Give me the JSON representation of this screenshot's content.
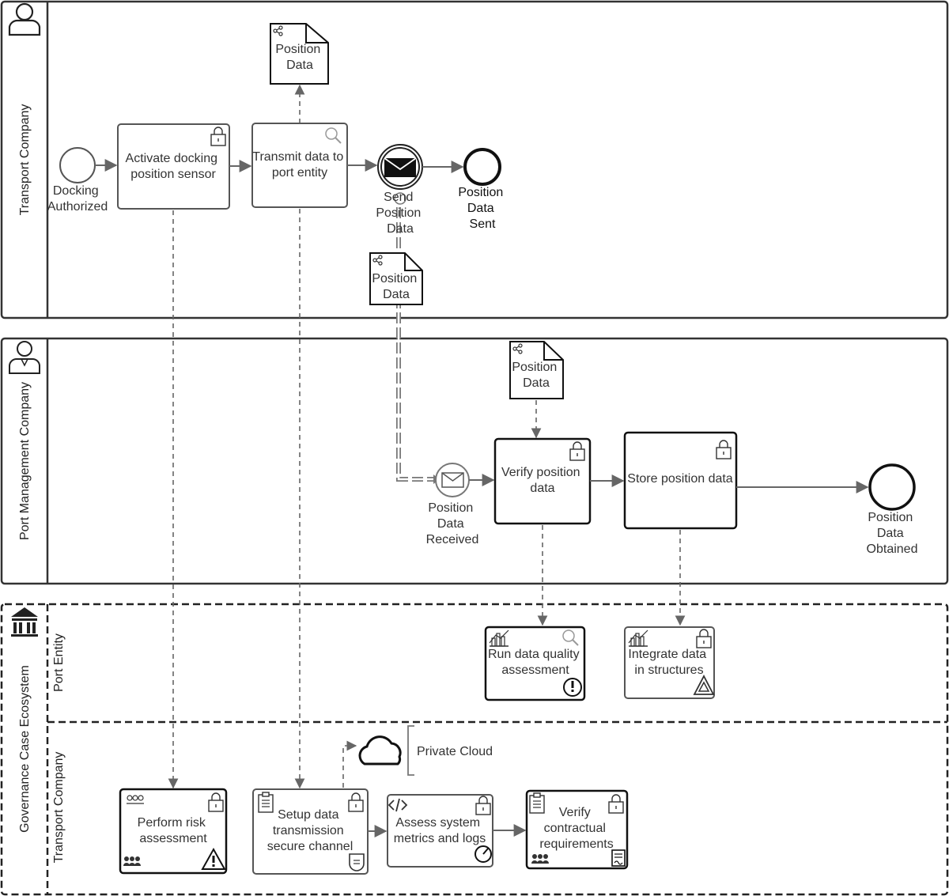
{
  "pools": {
    "transport_company": {
      "title": "Transport Company"
    },
    "port_management": {
      "title": "Port Management Company"
    },
    "governance": {
      "title": "Governance Case Ecosystem",
      "lanes": {
        "port_entity": "Port Entity",
        "transport_company": "Transport Company"
      }
    }
  },
  "events": {
    "docking_authorized": [
      "Docking",
      "Authorized"
    ],
    "send_position_data": [
      "Send",
      "Position",
      "Data"
    ],
    "position_data_sent": [
      "Position",
      "Data",
      "Sent"
    ],
    "position_data_received": [
      "Position",
      "Data",
      "Received"
    ],
    "position_data_obtained": [
      "Position",
      "Data",
      "Obtained"
    ]
  },
  "tasks": {
    "activate_docking": [
      "Activate docking",
      "position sensor"
    ],
    "transmit_data": [
      "Transmit data to",
      "port entity"
    ],
    "verify_position": [
      "Verify position",
      "data"
    ],
    "store_position": [
      "Store position data"
    ],
    "run_quality": [
      "Run data quality",
      "assessment"
    ],
    "integrate_data": [
      "Integrate data",
      "in structures"
    ],
    "perform_risk": [
      "Perform risk",
      "assessment"
    ],
    "setup_channel": [
      "Setup data",
      "transmission",
      "secure channel"
    ],
    "assess_metrics": [
      "Assess system",
      "metrics and logs"
    ],
    "verify_contractual": [
      "Verify",
      "contractual",
      "requirements"
    ]
  },
  "data_objects": {
    "top": [
      "Position",
      "Data"
    ],
    "mid": [
      "Position",
      "Data"
    ],
    "port": [
      "Position",
      "Data"
    ]
  },
  "annotations": {
    "private_cloud": "Private Cloud"
  }
}
